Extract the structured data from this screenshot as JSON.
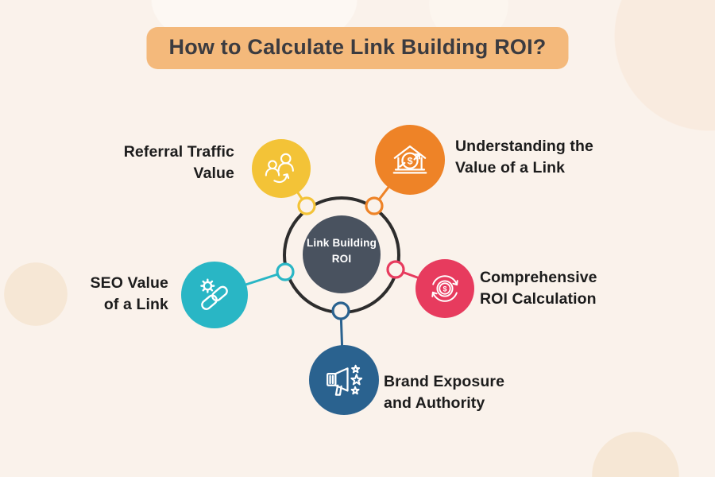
{
  "background_color": "#faf2eb",
  "title": {
    "text": "How to Calculate Link Building ROI?",
    "bg_color": "#f4b97b",
    "text_color": "#3b3b40"
  },
  "diagram": {
    "dollar_symbol": "$",
    "ring_color": "#2d2d2d",
    "center": {
      "color": "#49525f",
      "lines": [
        "Link Building",
        "ROI"
      ]
    },
    "items": [
      {
        "id": "referral-traffic-value",
        "lines": [
          "Referral Traffic",
          "Value"
        ],
        "color": "#f3c337",
        "icon": "users-referral-icon"
      },
      {
        "id": "understanding-link-value",
        "lines": [
          "Understanding the",
          "Value of a Link"
        ],
        "color": "#ee8327",
        "icon": "bank-dollar-icon"
      },
      {
        "id": "seo-value-of-link",
        "lines": [
          "SEO Value",
          "of a Link"
        ],
        "color": "#29b6c5",
        "icon": "link-gear-icon"
      },
      {
        "id": "comprehensive-roi",
        "lines": [
          "Comprehensive",
          "ROI Calculation"
        ],
        "color": "#e73b5e",
        "icon": "dollar-refresh-icon"
      },
      {
        "id": "brand-exposure",
        "lines": [
          "Brand Exposure",
          "and Authority"
        ],
        "color": "#2a628f",
        "icon": "megaphone-stars-icon"
      }
    ]
  }
}
